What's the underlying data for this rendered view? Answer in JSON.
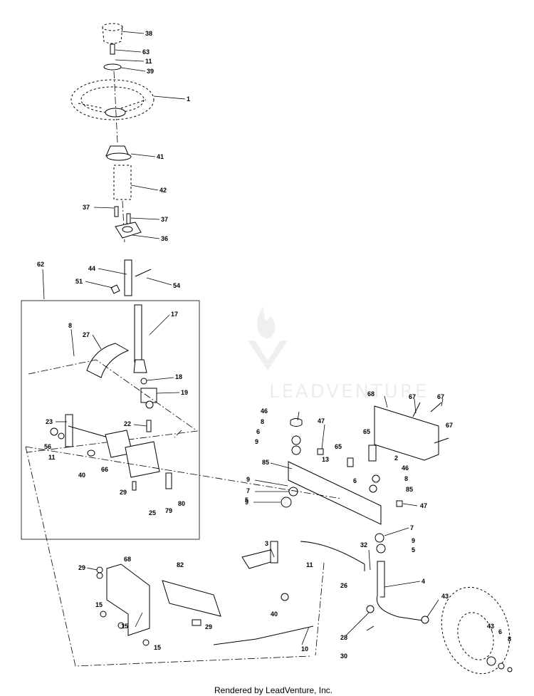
{
  "watermark": "LEADVENTURE",
  "footer": "Rendered by LeadVenture, Inc.",
  "callouts": [
    "38",
    "63",
    "11",
    "39",
    "1",
    "41",
    "42",
    "37",
    "37",
    "36",
    "44",
    "54",
    "51",
    "62",
    "17",
    "8",
    "27",
    "18",
    "19",
    "22",
    "23",
    "65",
    "56",
    "11",
    "66",
    "40",
    "29",
    "25",
    "79",
    "80",
    "68",
    "67",
    "67",
    "67",
    "46",
    "47",
    "8",
    "6",
    "9",
    "65",
    "13",
    "85",
    "2",
    "46",
    "8",
    "6",
    "85",
    "9",
    "7",
    "9",
    "5",
    "47",
    "7",
    "9",
    "5",
    "32",
    "3",
    "11",
    "26",
    "4",
    "29",
    "68",
    "82",
    "15",
    "29",
    "15",
    "15",
    "40",
    "28",
    "30",
    "43",
    "43",
    "6",
    "8",
    "10"
  ],
  "colors": {
    "ink": "#000000",
    "background": "#ffffff",
    "watermark": "#e2e2e2"
  }
}
